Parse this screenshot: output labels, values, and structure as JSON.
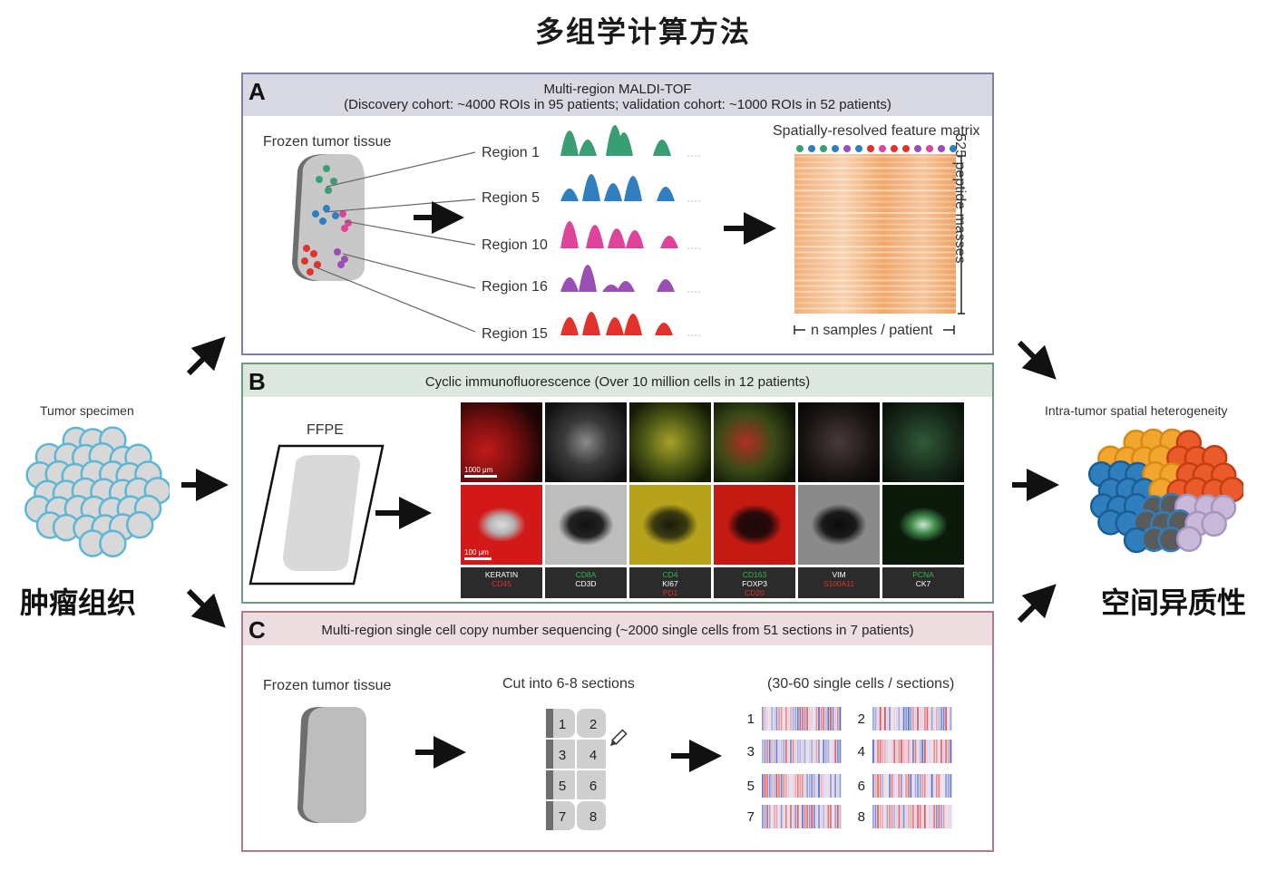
{
  "title": "多组学计算方法",
  "left": {
    "specimen_label": "Tumor specimen",
    "cn_label": "肿瘤组织"
  },
  "right": {
    "heterogeneity_label": "Intra-tumor spatial heterogeneity",
    "cn_label": "空间异质性"
  },
  "panel_a": {
    "letter": "A",
    "header_line1": "Multi-region MALDI-TOF",
    "header_line2": "(Discovery cohort: ~4000 ROIs in 95 patients; validation cohort: ~1000 ROIs in 52 patients)",
    "tissue_label": "Frozen tumor tissue",
    "regions": [
      {
        "label": "Region 1",
        "color": "#3a9e74"
      },
      {
        "label": "Region 5",
        "color": "#2f7fc1"
      },
      {
        "label": "Region 10",
        "color": "#e0449a"
      },
      {
        "label": "Region 16",
        "color": "#9a4fb5"
      },
      {
        "label": "Region 15",
        "color": "#e3322b"
      }
    ],
    "matrix_title": "Spatially-resolved feature matrix",
    "matrix_rows_label": "525 peptide masses",
    "matrix_cols_label": "n samples / patient"
  },
  "panel_b": {
    "letter": "B",
    "header": "Cyclic immunofluorescence (Over 10 million cells in 12 patients)",
    "ffpe_label": "FFPE",
    "scale_top": "1000 μm",
    "scale_bottom": "100 μm",
    "markers": [
      {
        "top": "KERATIN",
        "bottom": "CD45",
        "top_color": "#ffffff",
        "bottom_color": "#e03030"
      },
      {
        "top": "CD8A",
        "bottom": "CD3D",
        "top_color": "#33b54a",
        "bottom_color": "#ffffff"
      },
      {
        "top": "CD4",
        "bottom": "KI67",
        "extra": "PD1",
        "top_color": "#33b54a",
        "bottom_color": "#ffffff",
        "extra_color": "#e03030"
      },
      {
        "top": "CD163",
        "bottom": "FOXP3",
        "extra": "CD20",
        "top_color": "#33b54a",
        "bottom_color": "#ffffff",
        "extra_color": "#e03030"
      },
      {
        "top": "VIM",
        "bottom": "S100A11",
        "top_color": "#ffffff",
        "bottom_color": "#e03030"
      },
      {
        "top": "PCNA",
        "bottom": "CK7",
        "top_color": "#33b54a",
        "bottom_color": "#ffffff"
      }
    ]
  },
  "panel_c": {
    "letter": "C",
    "header": "Multi-region single cell copy number sequencing (~2000 single cells from 51 sections in 7 patients)",
    "tissue_label": "Frozen tumor tissue",
    "cut_label": "Cut into 6-8 sections",
    "section_numbers": [
      "1",
      "2",
      "3",
      "4",
      "5",
      "6",
      "7",
      "8"
    ],
    "cells_label": "(30-60 single cells / sections)",
    "heatmap_numbers": [
      "1",
      "2",
      "3",
      "4",
      "5",
      "6",
      "7",
      "8"
    ]
  },
  "colors": {
    "panel_a_border": "#7c7fa8",
    "panel_a_header": "#d9d9e4",
    "panel_b_border": "#6e9a80",
    "panel_b_header": "#dbe7df",
    "panel_c_border": "#b07a84",
    "panel_c_header": "#ecdde0",
    "cell_fill": "#d8d8d8",
    "cell_stroke": "#5cb7d6"
  }
}
